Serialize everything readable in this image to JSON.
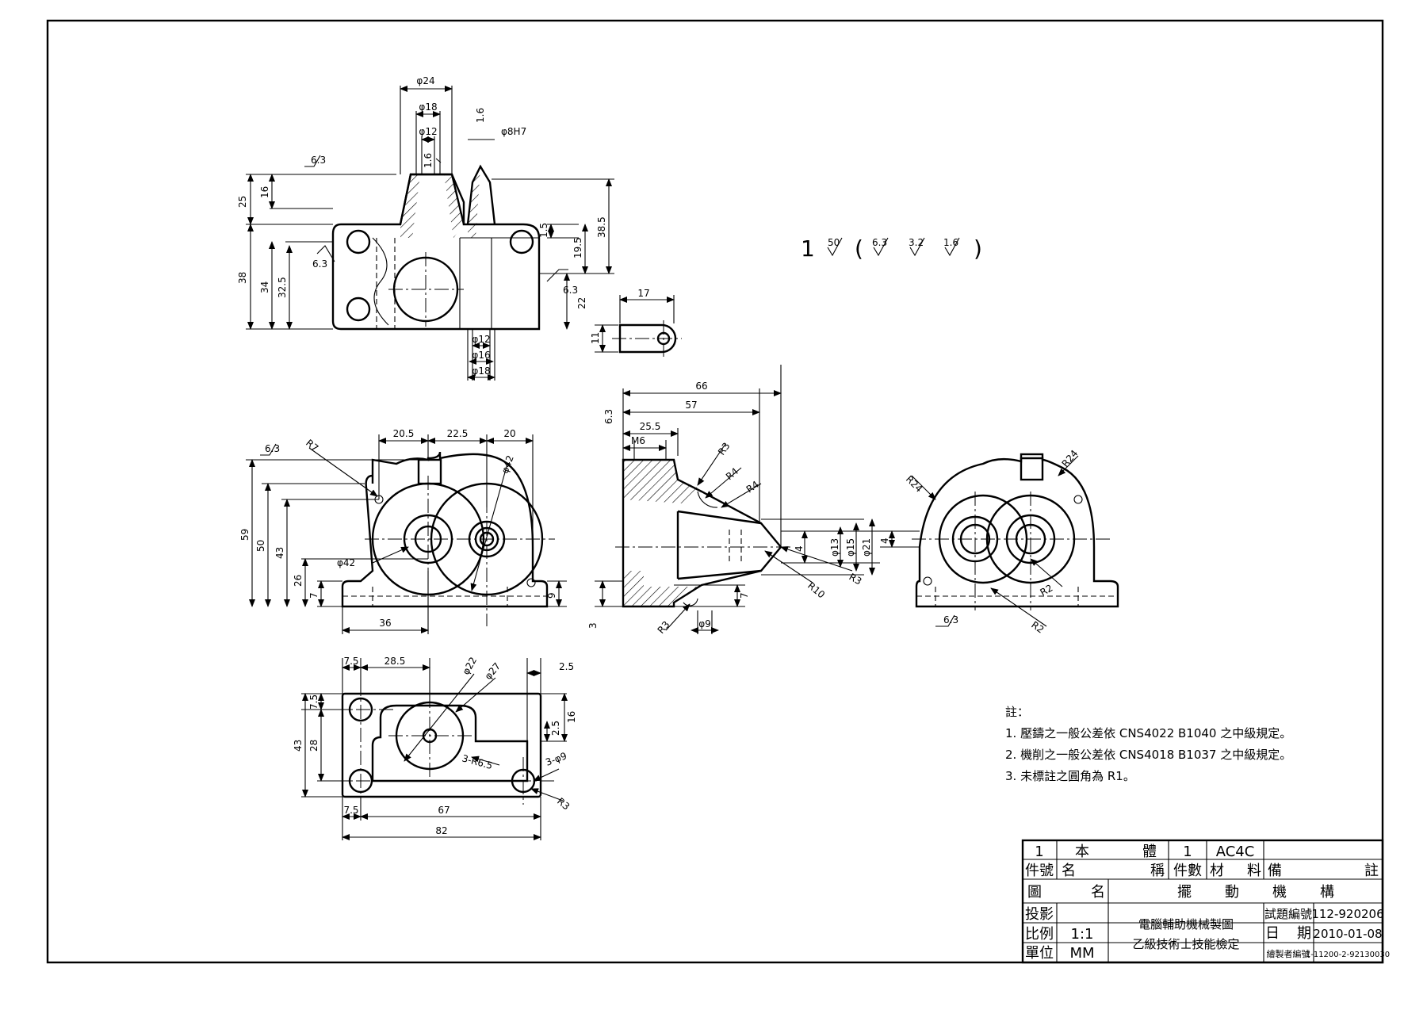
{
  "surface_finish": {
    "part_no": "1",
    "general": "50",
    "others": [
      "6.3",
      "3.2",
      "1.6"
    ]
  },
  "top_view": {
    "dims": [
      "φ24",
      "φ18",
      "φ12",
      "1.6",
      "φ8H7",
      "6.3",
      "25",
      "16",
      "38",
      "34",
      "32.5",
      "6.3",
      "38.5",
      "19.5",
      "1.5",
      "6.3",
      "22",
      "φ12",
      "φ16",
      "φ18",
      "1.6"
    ]
  },
  "small_detail": {
    "dims": [
      "17",
      "11"
    ]
  },
  "front_view": {
    "dims": [
      "6.3",
      "R7",
      "20.5",
      "22.5",
      "20",
      "φ42",
      "59",
      "50",
      "43",
      "26",
      "7",
      "φ42",
      "9",
      "36"
    ]
  },
  "side_view": {
    "dims": [
      "66",
      "57",
      "6.3",
      "25.5",
      "M6",
      "R3",
      "R4",
      "R4",
      "4",
      "φ13",
      "φ15",
      "φ21",
      "R10",
      "R3",
      "7",
      "3",
      "R3",
      "φ9"
    ]
  },
  "rear_view": {
    "dims": [
      "R24",
      "R24",
      "4",
      "R2",
      "R2",
      "6.3"
    ]
  },
  "bottom_view": {
    "dims": [
      "7.5",
      "28.5",
      "φ22",
      "φ27",
      "2.5",
      "7.5",
      "16",
      "43",
      "28",
      "2.5",
      "3-R6.5",
      "3-φ9",
      "R3",
      "7.5",
      "67",
      "82"
    ]
  },
  "notes": {
    "heading": "註：",
    "items": [
      "1. 壓鑄之一般公差依 CNS4022 B1040 之中級規定。",
      "2. 機削之一般公差依 CNS4018 B1037 之中級規定。",
      "3. 未標註之圓角為 R1。"
    ]
  },
  "title_block": {
    "part": {
      "no": "1",
      "name_a": "本",
      "name_b": "體",
      "qty": "1",
      "material": "AC4C",
      "remark": ""
    },
    "headers": {
      "no": "件號",
      "name_a": "名",
      "name_b": "稱",
      "qty": "件數",
      "material_a": "材",
      "material_b": "料",
      "remark_a": "備",
      "remark_b": "註"
    },
    "drawing_name_label_a": "圖",
    "drawing_name_label_b": "名",
    "drawing_name": [
      "擺",
      "動",
      "機",
      "構"
    ],
    "projection_label": "投影",
    "scale_label": "比例",
    "scale": "1:1",
    "unit_label": "單位",
    "unit": "MM",
    "org_line1": "電腦輔助機械製圖",
    "org_line2": "乙級技術士技能檢定",
    "exam_no_label": "試題編號",
    "exam_no": "112-920206",
    "date_label_a": "日",
    "date_label_b": "期",
    "date": "2010-01-08",
    "drafter_label": "繪製者編號",
    "drafter_no": "1-11200-2-92130030"
  }
}
